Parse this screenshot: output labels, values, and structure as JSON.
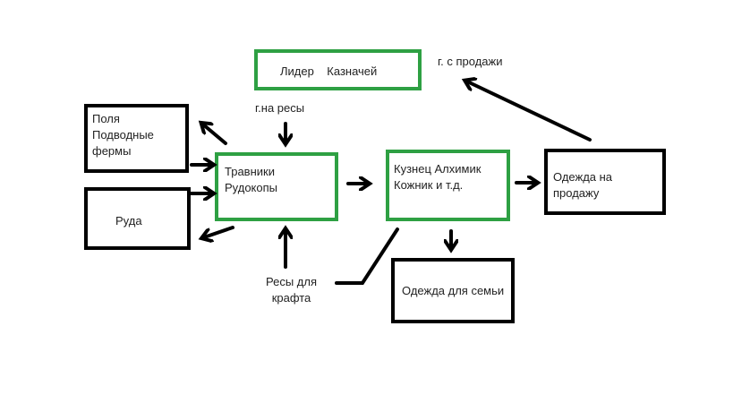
{
  "colors": {
    "line": "#000000",
    "green_border": "#2ea043",
    "black_border": "#000000",
    "background": "#ffffff"
  },
  "boxes": {
    "leader": {
      "text": "Лидер    Казначей",
      "border": "green"
    },
    "fields": {
      "text": "Поля\nПодводные\nфермы",
      "border": "black"
    },
    "ore": {
      "text": "Руда",
      "border": "black"
    },
    "gatherers": {
      "text": "Травники\nРудокопы",
      "border": "green"
    },
    "crafters": {
      "text": "Кузнец Алхимик\nКожник и т.д.",
      "border": "green"
    },
    "clothes_sale": {
      "text": "Одежда на\nпродажу",
      "border": "black"
    },
    "clothes_family": {
      "text": "Одежда для семьи",
      "border": "black"
    }
  },
  "labels": {
    "gold_from_sales": "г. с продажи",
    "gold_for_resources": "г.на ресы",
    "resources_for_craft": "Ресы для\nкрафта"
  }
}
